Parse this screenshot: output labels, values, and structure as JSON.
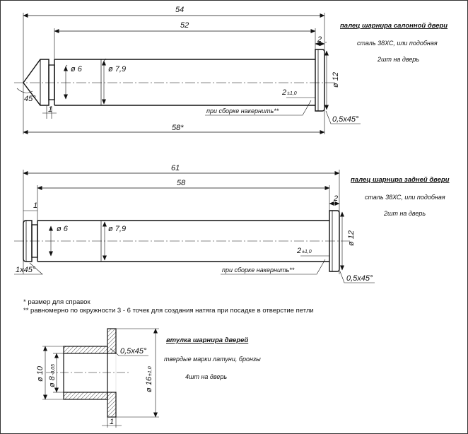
{
  "salon_pin": {
    "title": "палец шарнира салонной двери",
    "material": "сталь 38ХС, или подобная",
    "quantity": "2шт на дверь",
    "dim_overall": "54",
    "dim_body": "52",
    "dim_total": "58*",
    "dim_head": "2",
    "dim_groove": "ø 6",
    "dim_shaft": "ø 7,9",
    "dim_angle": "45°",
    "dim_step": "1",
    "dim_offset": "2",
    "dim_offset_tol": "±1,0",
    "dim_chamfer": "0,5х45°",
    "dim_head_diameter": "ø 12",
    "note_punch": "при сборке накернить**"
  },
  "rear_pin": {
    "title": "палец шарнира задней двери",
    "material": "сталь 38ХС, или подобная",
    "quantity": "2шт на дверь",
    "dim_overall": "61",
    "dim_body": "58",
    "dim_head": "2",
    "dim_step": "1",
    "dim_groove": "ø 6",
    "dim_shaft": "ø 7,9",
    "dim_left_chamfer": "1х45°",
    "dim_offset": "2",
    "dim_offset_tol": "±1,0",
    "dim_chamfer": "0,5х45°",
    "dim_head_diameter": "ø 12",
    "note_punch": "при сборке накернить**"
  },
  "footnotes": {
    "ref": "*  размер для справок",
    "punch": "** равномерно по окружности 3 - 6 точек для создания натяга при посадке в отверстие петли"
  },
  "bushing": {
    "title": "втулка шарнира дверей",
    "material": "твердые марки латуни, бронзы",
    "quantity": "4шт на дверь",
    "dim_outer": "ø 10",
    "dim_inner": "ø 8",
    "dim_inner_tol": "-0,05",
    "dim_flange": "ø 16",
    "dim_flange_tol": "±1,0",
    "dim_chamfer": "0,5х45°",
    "dim_flange_thickness": "1"
  }
}
